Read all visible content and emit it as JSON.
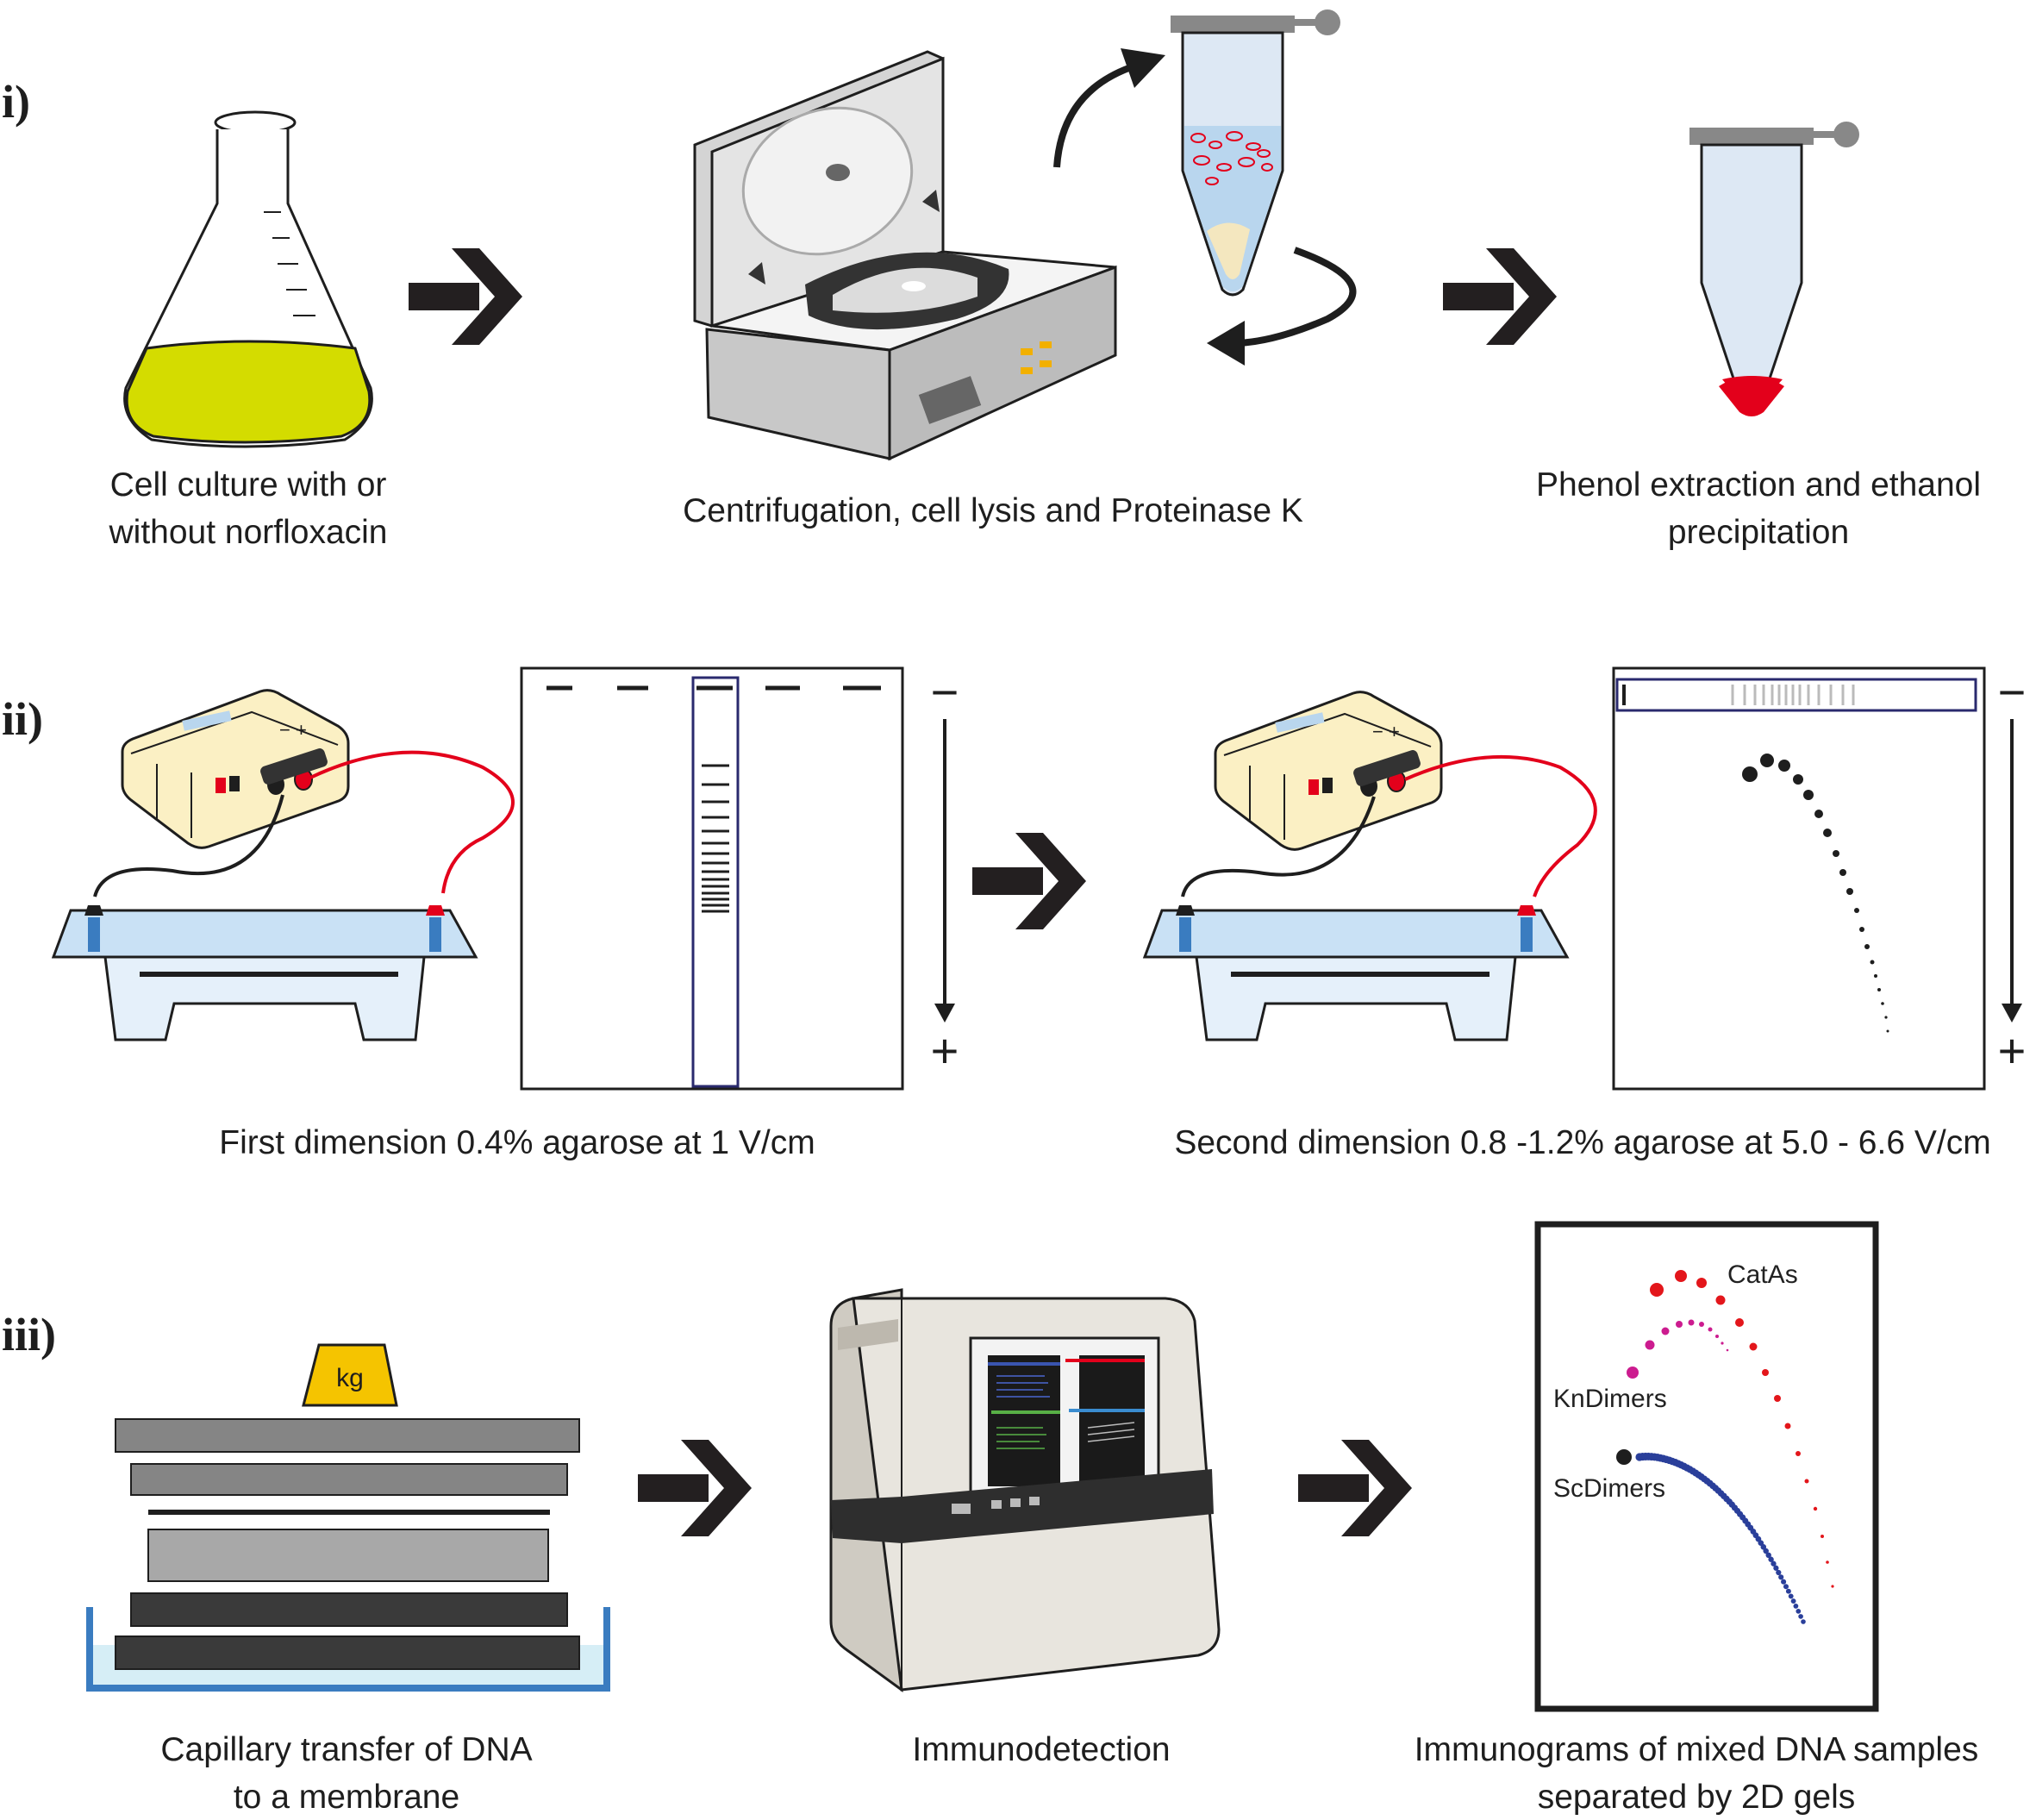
{
  "sections": {
    "i": {
      "label": "i)",
      "captions": {
        "culture": [
          "Cell culture with or",
          "without norfloxacin"
        ],
        "centrifugation": [
          "Centrifugation, cell lysis and Proteinase K"
        ],
        "phenol": [
          "Phenol extraction and ethanol",
          "precipitation"
        ]
      }
    },
    "ii": {
      "label": "ii)",
      "polarity": {
        "minus": "−",
        "plus": "+"
      },
      "captions": {
        "first": [
          "First dimension 0.4% agarose at 1 V/cm"
        ],
        "second": [
          "Second dimension 0.8 -1.2% agarose at 5.0 - 6.6 V/cm"
        ]
      }
    },
    "iii": {
      "label": "iii)",
      "weight_label": "kg",
      "captions": {
        "transfer": [
          "Capillary transfer of DNA",
          "to a membrane"
        ],
        "immuno": [
          "Immunodetection"
        ],
        "immunograms": [
          "Immunograms of mixed DNA samples",
          "separated by 2D gels"
        ]
      },
      "immunogram_labels": {
        "catas": "CatAs",
        "kndimers": "KnDimers",
        "scdimers": "ScDimers"
      }
    }
  },
  "colors": {
    "culture": "#d4dc00",
    "pellet": "#e3001b",
    "catas": "#e3161b",
    "kndimers": "#cc1c8f",
    "scdimers": "#2a3f9a",
    "weight": "#f5c400",
    "lane_outline": "#2a2a6e"
  },
  "icons": [
    "arrow-right-icon",
    "erlenmeyer-flask-icon",
    "centrifuge-icon",
    "microtube-icon",
    "power-supply-icon",
    "gel-tank-icon",
    "gel-image-icon",
    "blot-stack-icon",
    "imager-icon"
  ]
}
